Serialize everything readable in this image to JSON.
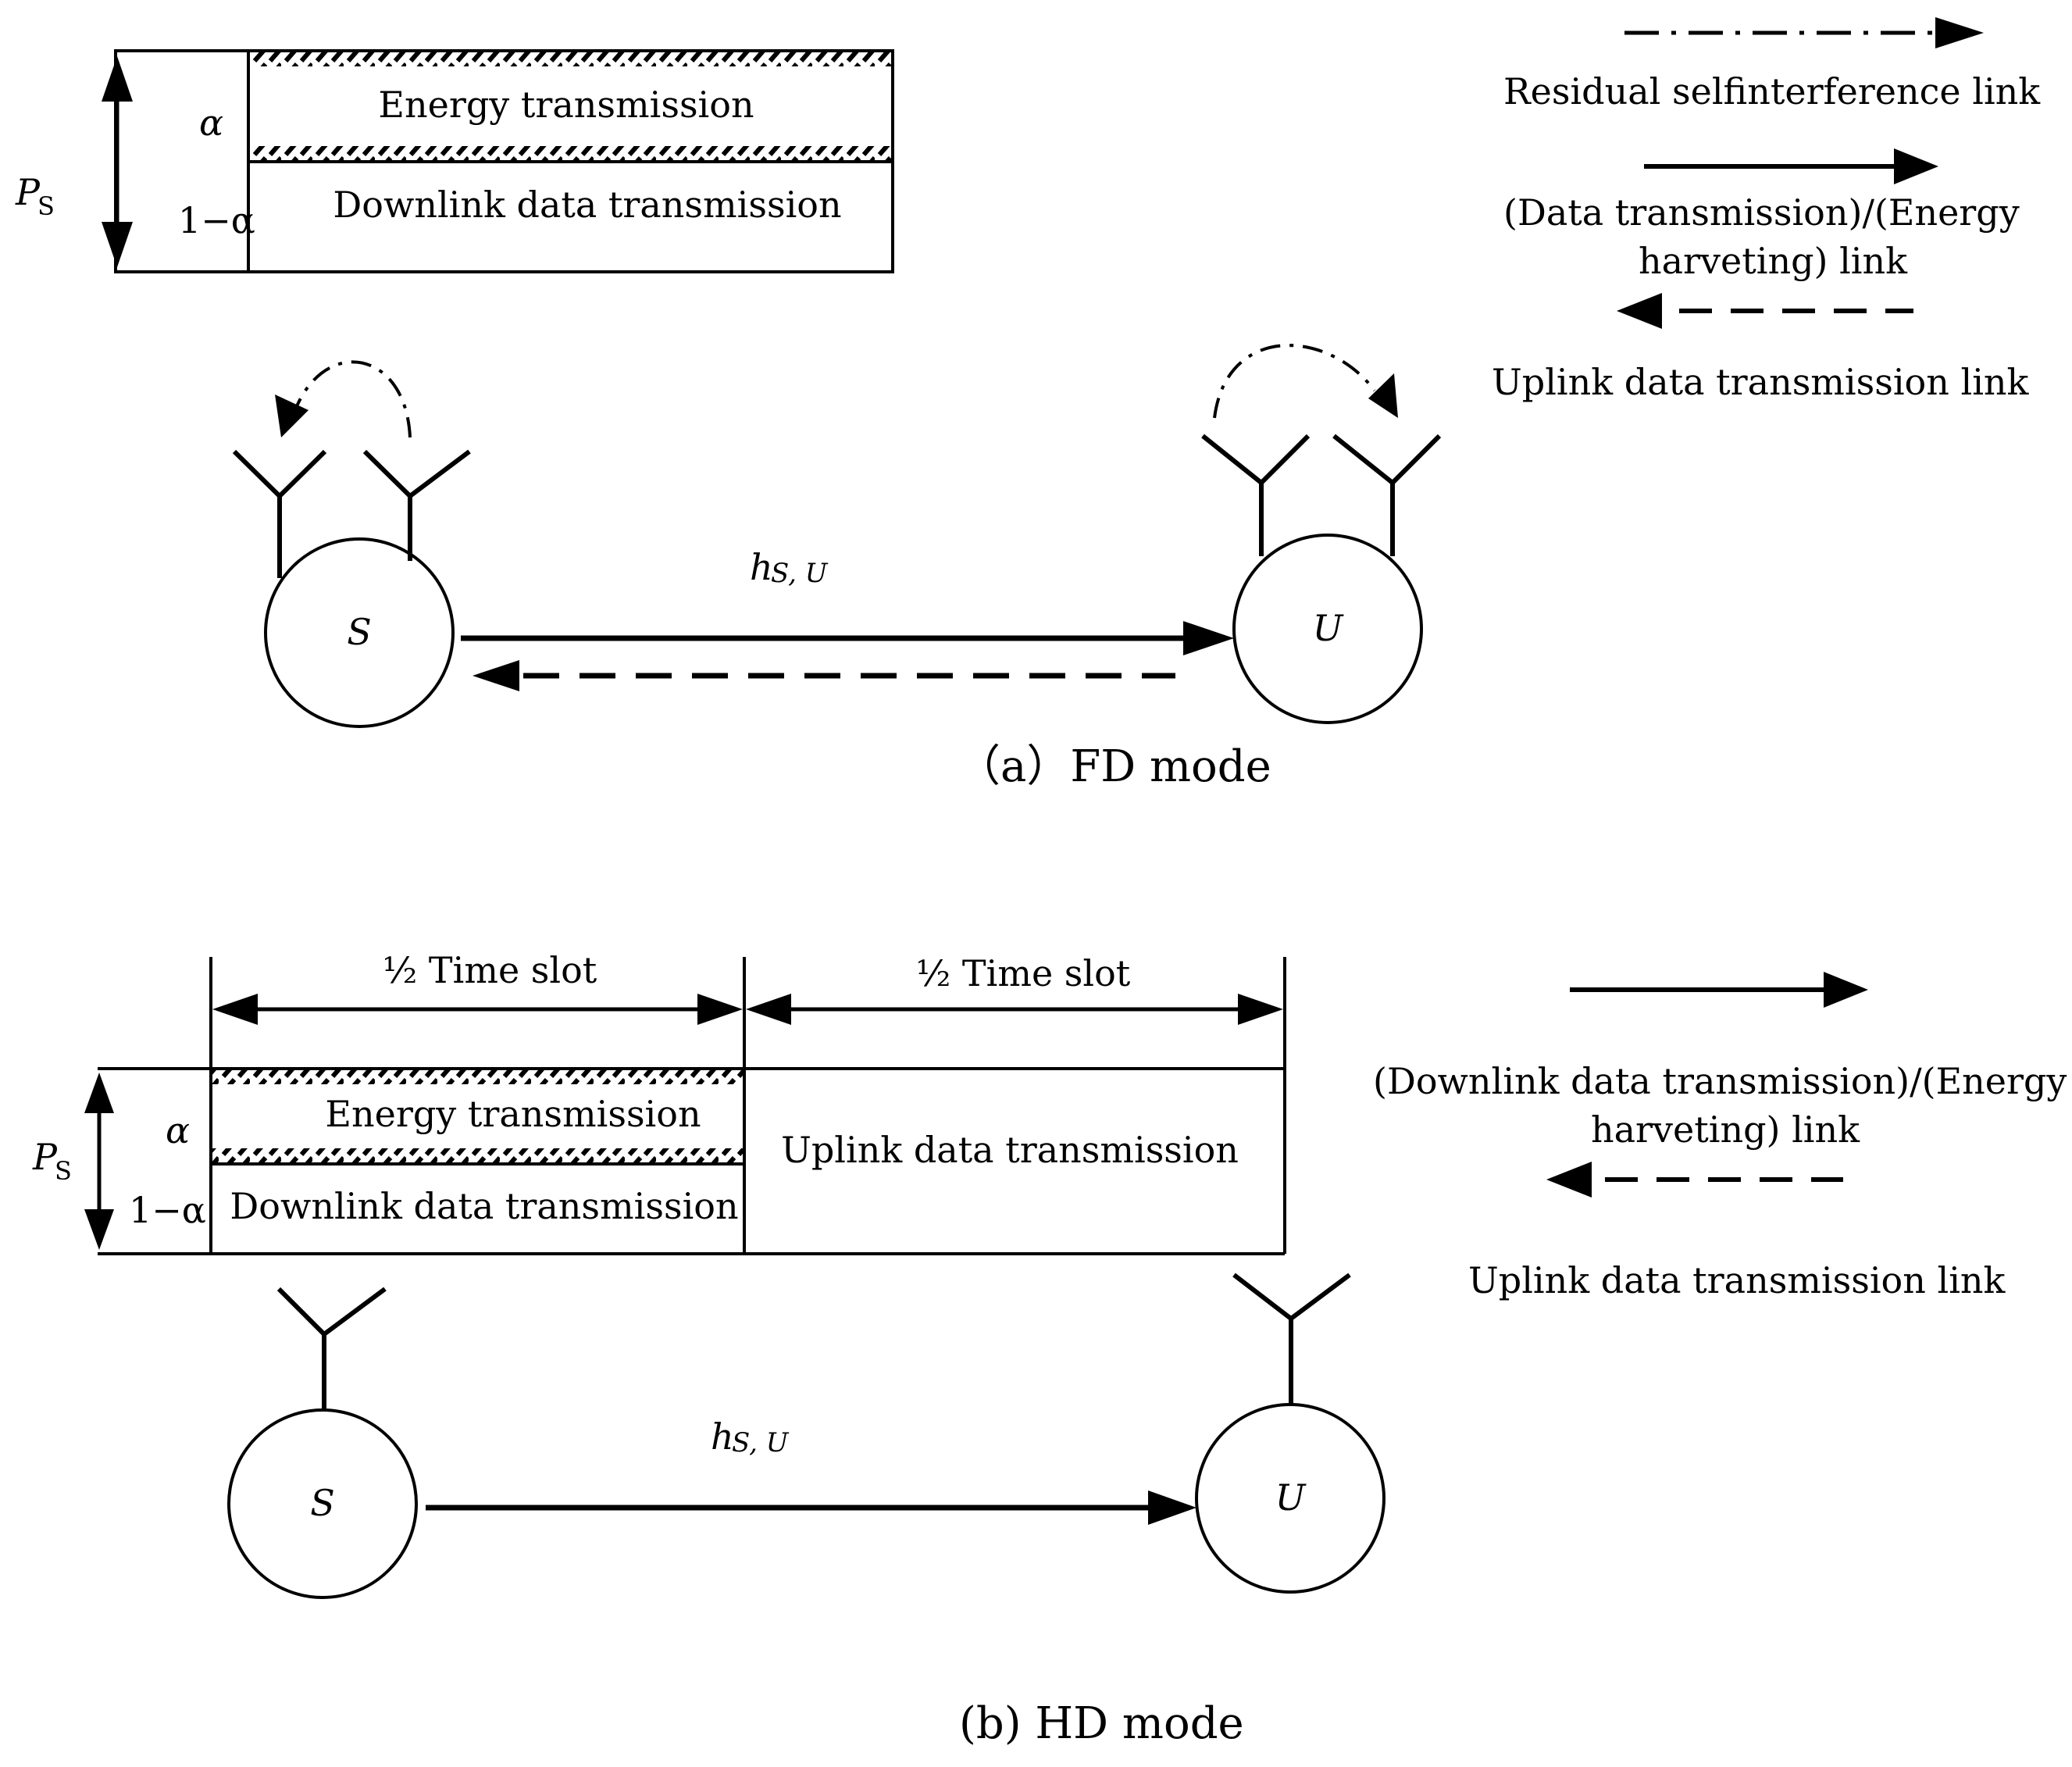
{
  "fd": {
    "power_symbol": "P",
    "power_sub": "S",
    "alpha": "α",
    "one_minus_alpha": "1−α",
    "energy_label": "Energy transmission",
    "downlink_label": "Downlink data transmission",
    "channel_symbol": "h",
    "channel_sub": "S, U",
    "node_s": "S",
    "node_u": "U",
    "caption": "（a）FD mode"
  },
  "fd_legend": {
    "residual": "Residual selfinterference link",
    "data_energy_line1": "(Data transmission)/(Energy",
    "data_energy_line2": "harveting) link",
    "uplink": "Uplink data transmission link"
  },
  "hd": {
    "half_slot_left": "½ Time slot",
    "half_slot_right": "½ Time slot",
    "power_symbol": "P",
    "power_sub": "S",
    "alpha": "α",
    "one_minus_alpha": "1−α",
    "energy_label": "Energy transmission",
    "downlink_label": "Downlink data transmission",
    "uplink_label": "Uplink data transmission",
    "channel_symbol": "h",
    "channel_sub": "S, U",
    "node_s": "S",
    "node_u": "U",
    "caption": "(b) HD mode"
  },
  "hd_legend": {
    "downlink_energy_line1": "(Downlink data transmission)/(Energy",
    "downlink_energy_line2": "harveting) link",
    "uplink": "Uplink data transmission link"
  }
}
